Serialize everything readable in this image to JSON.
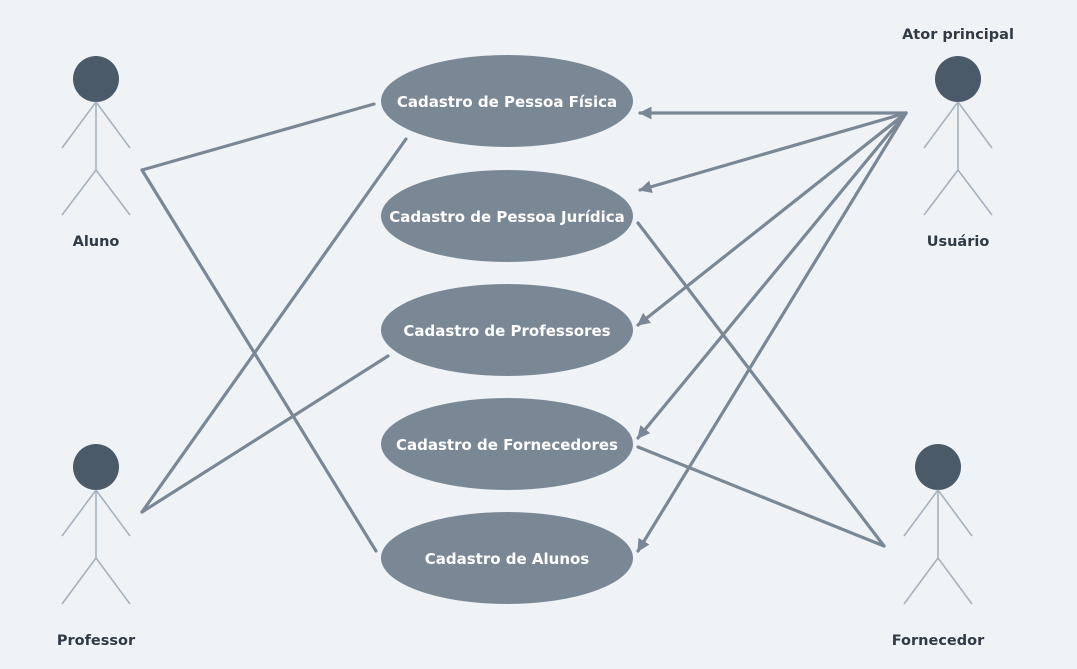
{
  "actors": {
    "aluno": "Aluno",
    "professor": "Professor",
    "usuario": "Usuário",
    "usuario_role": "Ator principal",
    "fornecedor": "Fornecedor"
  },
  "use_cases": {
    "pessoa_fisica": "Cadastro de Pessoa Física",
    "pessoa_juridica": "Cadastro de Pessoa Jurídica",
    "professores": "Cadastro de Professores",
    "fornecedores": "Cadastro de Fornecedores",
    "alunos": "Cadastro de Alunos"
  },
  "colors": {
    "background": "#f0f3f6",
    "use_case_fill": "#7a8896",
    "connector": "#7a8896",
    "actor_head": "#4b5a69",
    "actor_body": "#a6b2bd",
    "label_text": "#2f3a45"
  }
}
